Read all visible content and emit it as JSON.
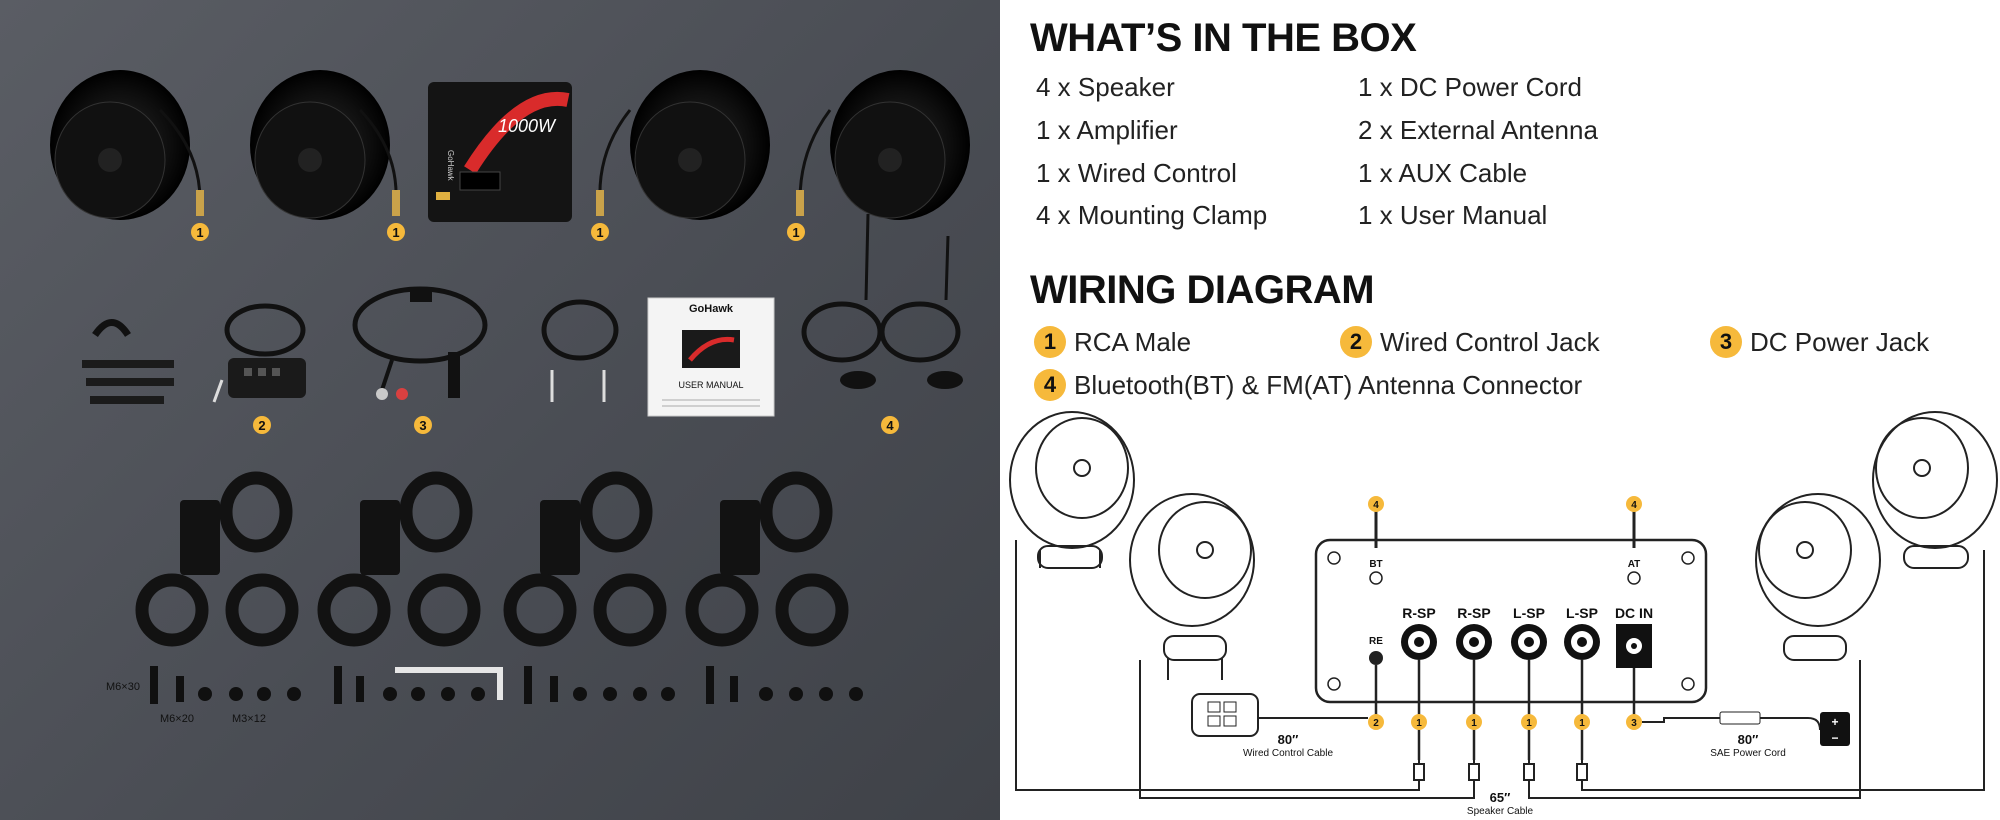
{
  "whats_in_box": {
    "title": "WHAT’S IN THE BOX",
    "left_items": [
      "4 x Speaker",
      "1 x Amplifier",
      "1 x Wired Control",
      "4 x Mounting Clamp"
    ],
    "right_items": [
      "1 x DC Power Cord",
      "2 x External Antenna",
      "1 x AUX Cable",
      "1 x User Manual"
    ]
  },
  "wiring": {
    "title": "WIRING DIAGRAM",
    "legend": [
      {
        "num": "1",
        "label": "RCA Male"
      },
      {
        "num": "2",
        "label": "Wired Control Jack"
      },
      {
        "num": "3",
        "label": "DC Power Jack"
      },
      {
        "num": "4",
        "label": "Bluetooth(BT) & FM(AT) Antenna Connector"
      }
    ],
    "ports": [
      "R-SP",
      "R-SP",
      "L-SP",
      "L-SP",
      "DC IN"
    ],
    "bt_label": "BT",
    "at_label": "AT",
    "re_label": "RE",
    "wired_cable_len": "80″",
    "wired_cable_name": "Wired Control Cable",
    "power_cord_len": "80″",
    "power_cord_name": "SAE Power Cord",
    "speaker_cable_len": "65″",
    "speaker_cable_name": "Speaker Cable"
  },
  "photo": {
    "brand": "GoHawk",
    "amp_text": "1000W",
    "manual_label": "USER MANUAL",
    "screw_labels": [
      "M6×30",
      "M6×20",
      "M3×12"
    ],
    "callouts": [
      "1",
      "1",
      "1",
      "1",
      "2",
      "3",
      "4"
    ]
  },
  "colors": {
    "accent": "#f6b93b",
    "photo_bg": "#4a4d54",
    "text": "#222222"
  }
}
